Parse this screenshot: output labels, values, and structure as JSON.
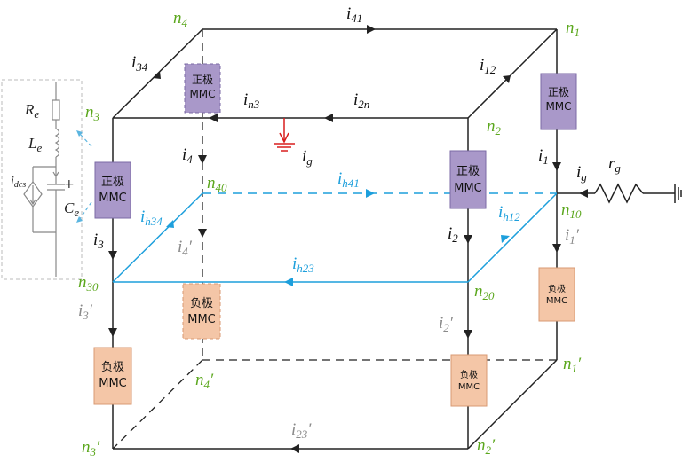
{
  "colors": {
    "node_label": "#5ba71d",
    "harmonic_blue": "#1d9fdc",
    "positive_mmc_fill": "#a998c9",
    "positive_mmc_stroke": "#7b6aa5",
    "negative_mmc_fill": "#f4c6a7",
    "negative_mmc_stroke": "#d89a73",
    "ground_red": "#d81e1e"
  },
  "nodes": {
    "n1": {
      "base": "n",
      "sub": "1",
      "prime": ""
    },
    "n2": {
      "base": "n",
      "sub": "2",
      "prime": ""
    },
    "n3": {
      "base": "n",
      "sub": "3",
      "prime": ""
    },
    "n4": {
      "base": "n",
      "sub": "4",
      "prime": ""
    },
    "n10": {
      "base": "n",
      "sub": "10",
      "prime": ""
    },
    "n20": {
      "base": "n",
      "sub": "20",
      "prime": ""
    },
    "n30": {
      "base": "n",
      "sub": "30",
      "prime": ""
    },
    "n40": {
      "base": "n",
      "sub": "40",
      "prime": ""
    },
    "n1p": {
      "base": "n",
      "sub": "1",
      "prime": "′"
    },
    "n2p": {
      "base": "n",
      "sub": "2",
      "prime": "′"
    },
    "n3p": {
      "base": "n",
      "sub": "3",
      "prime": "′"
    },
    "n4p": {
      "base": "n",
      "sub": "4",
      "prime": "′"
    }
  },
  "currents": {
    "i41": {
      "base": "i",
      "sub": "41",
      "prime": ""
    },
    "i34": {
      "base": "i",
      "sub": "34",
      "prime": ""
    },
    "i12": {
      "base": "i",
      "sub": "12",
      "prime": ""
    },
    "in3": {
      "base": "i",
      "sub": "n3",
      "prime": ""
    },
    "i2n": {
      "base": "i",
      "sub": "2n",
      "prime": ""
    },
    "ig_ground": {
      "base": "i",
      "sub": "g",
      "prime": ""
    },
    "ig_source": {
      "base": "i",
      "sub": "g",
      "prime": ""
    },
    "i1": {
      "base": "i",
      "sub": "1",
      "prime": ""
    },
    "i2": {
      "base": "i",
      "sub": "2",
      "prime": ""
    },
    "i3": {
      "base": "i",
      "sub": "3",
      "prime": ""
    },
    "i4": {
      "base": "i",
      "sub": "4",
      "prime": ""
    },
    "rg": {
      "base": "r",
      "sub": "g",
      "prime": ""
    },
    "ih41": {
      "base": "i",
      "sub": "h41",
      "prime": ""
    },
    "ih34": {
      "base": "i",
      "sub": "h34",
      "prime": ""
    },
    "ih12": {
      "base": "i",
      "sub": "h12",
      "prime": ""
    },
    "ih23": {
      "base": "i",
      "sub": "h23",
      "prime": ""
    },
    "i1p": {
      "base": "i",
      "sub": "1",
      "prime": "′"
    },
    "i2p": {
      "base": "i",
      "sub": "2",
      "prime": "′"
    },
    "i3p": {
      "base": "i",
      "sub": "3",
      "prime": "′"
    },
    "i4p": {
      "base": "i",
      "sub": "4",
      "prime": "′"
    },
    "i23p": {
      "base": "i",
      "sub": "23",
      "prime": "′"
    }
  },
  "mmc": {
    "positive": {
      "line1": "正极",
      "line2": "MMC"
    },
    "negative": {
      "line1": "负极",
      "line2": "MMC"
    }
  },
  "equivalent_circuit": {
    "Re": {
      "base": "R",
      "sub": "e"
    },
    "Le": {
      "base": "L",
      "sub": "e"
    },
    "Ce": {
      "base": "C",
      "sub": "e"
    },
    "idcs": {
      "base": "i",
      "sub": "dcs"
    },
    "plus": "+"
  }
}
